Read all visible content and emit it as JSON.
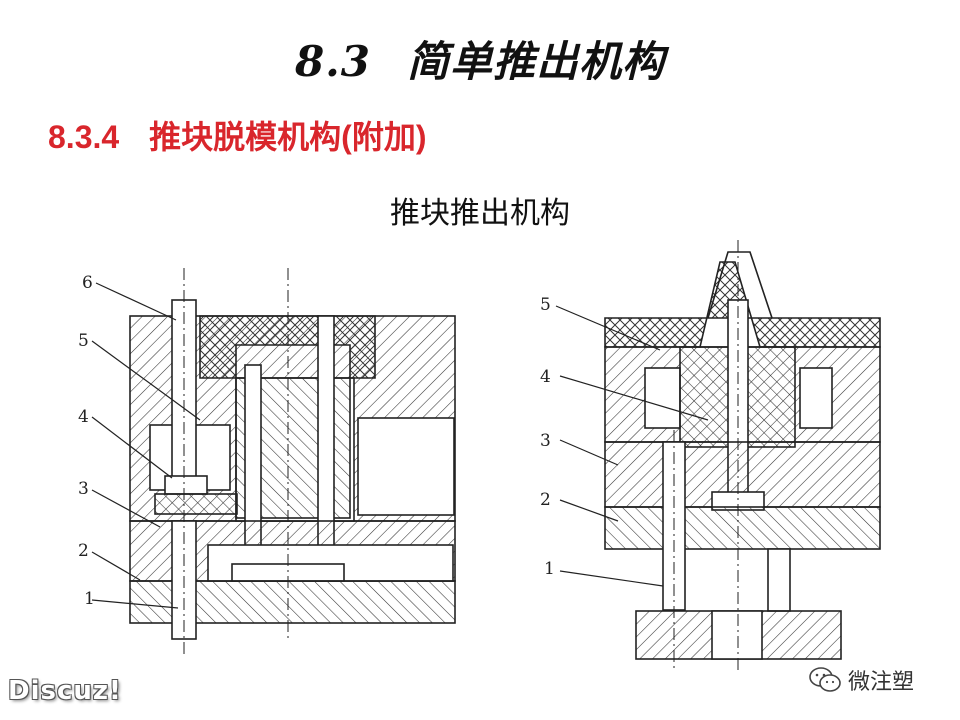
{
  "slide": {
    "title_number": "8.3",
    "title_text": "简单推出机构",
    "subtitle_number": "8.3.4",
    "subtitle_text": "推块脱模机构(附加)",
    "caption": "推块推出机构"
  },
  "left_figure": {
    "labels": [
      "6",
      "5",
      "4",
      "3",
      "2",
      "1"
    ]
  },
  "right_figure": {
    "labels": [
      "5",
      "4",
      "3",
      "2",
      "1"
    ]
  },
  "watermarks": {
    "left": "Discuz!",
    "right": "微注塑",
    "right_icon": "wechat-icon"
  },
  "colors": {
    "title": "#111111",
    "subtitle": "#d9262c"
  }
}
